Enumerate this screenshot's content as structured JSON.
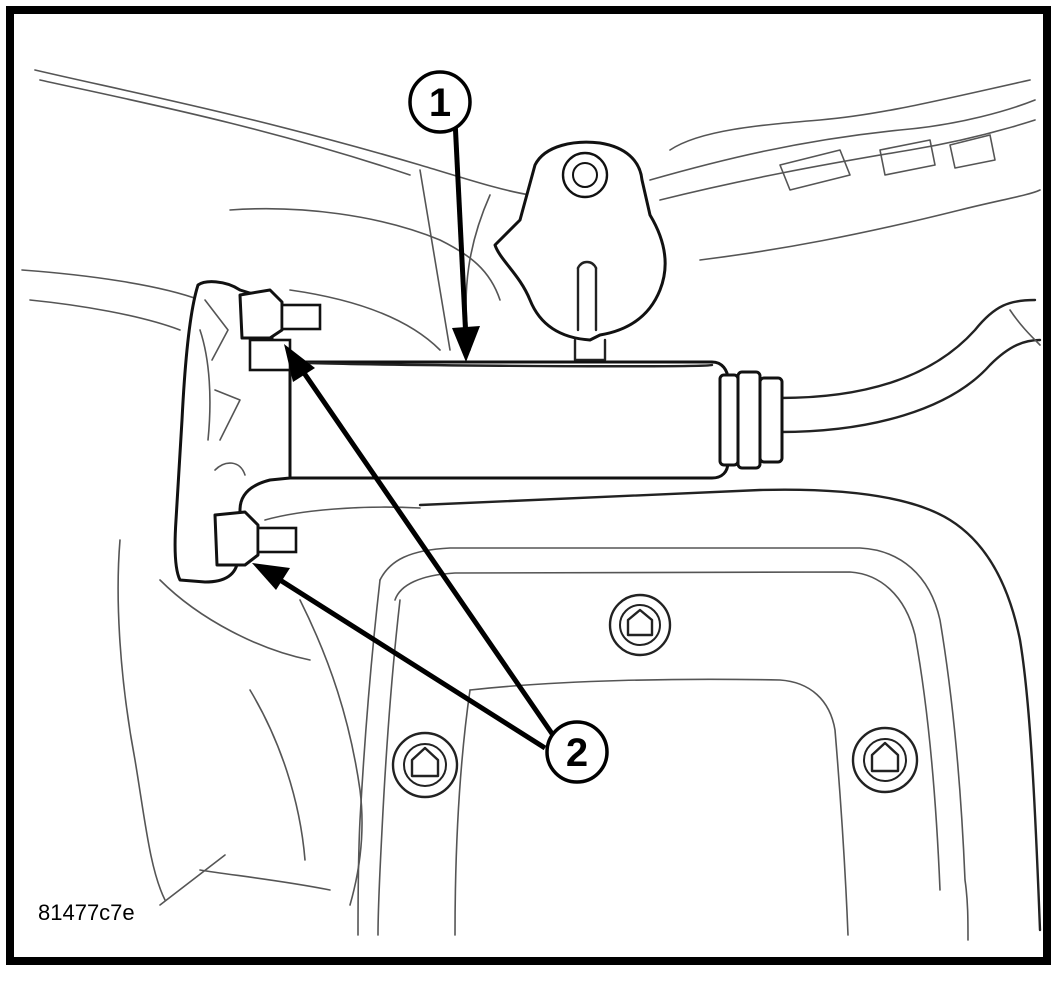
{
  "callouts": [
    {
      "label": "1"
    },
    {
      "label": "2"
    }
  ],
  "figure_id": "81477c7e",
  "colors": {
    "background": "#ffffff",
    "line": "#000000"
  }
}
